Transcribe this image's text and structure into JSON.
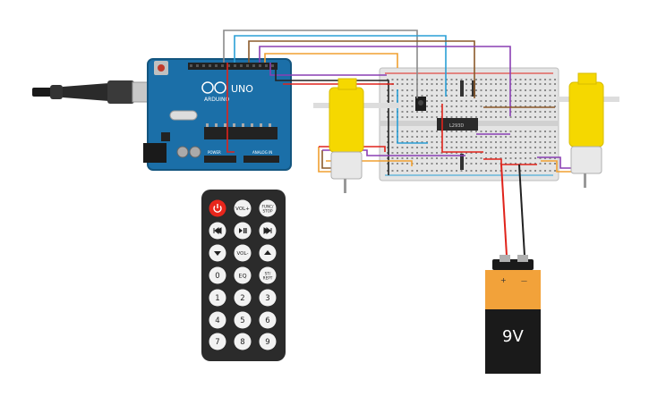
{
  "arduino": {
    "brand": "ARDUINO",
    "model": "UNO",
    "header_labels": [
      "POWER",
      "ANALOG IN"
    ],
    "colors": {
      "board": "#1b6fa8",
      "board_dark": "#13557f"
    }
  },
  "breadboard": {
    "chip_label": "L293D"
  },
  "remote": {
    "buttons": [
      [
        "power-icon",
        "VOL+",
        "FUNC/ STOP"
      ],
      [
        "prev-icon",
        "play-pause-icon",
        "next-icon"
      ],
      [
        "down-icon",
        "VOL-",
        "up-icon"
      ],
      [
        "0",
        "EQ",
        "ST/ REPT"
      ],
      [
        "1",
        "2",
        "3"
      ],
      [
        "4",
        "5",
        "6"
      ],
      [
        "7",
        "8",
        "9"
      ]
    ],
    "colors": {
      "body": "#2b2b2b",
      "button": "#f2f2f2",
      "power": "#e8261c"
    }
  },
  "battery": {
    "label": "9V",
    "plus": "+",
    "minus": "—",
    "colors": {
      "top": "#f2a23a",
      "bottom": "#1a1a1a"
    }
  },
  "motors": {
    "colors": {
      "gearbox": "#f5d800",
      "shaft": "#dddddd"
    }
  },
  "wire_colors": {
    "red": "#e0231b",
    "black": "#222222",
    "blue": "#2a9fd6",
    "purple": "#8a3fb4",
    "orange": "#f0a030",
    "brown": "#8b5a2b",
    "gray": "#8a8a8a",
    "teal": "#4cb8c4"
  }
}
